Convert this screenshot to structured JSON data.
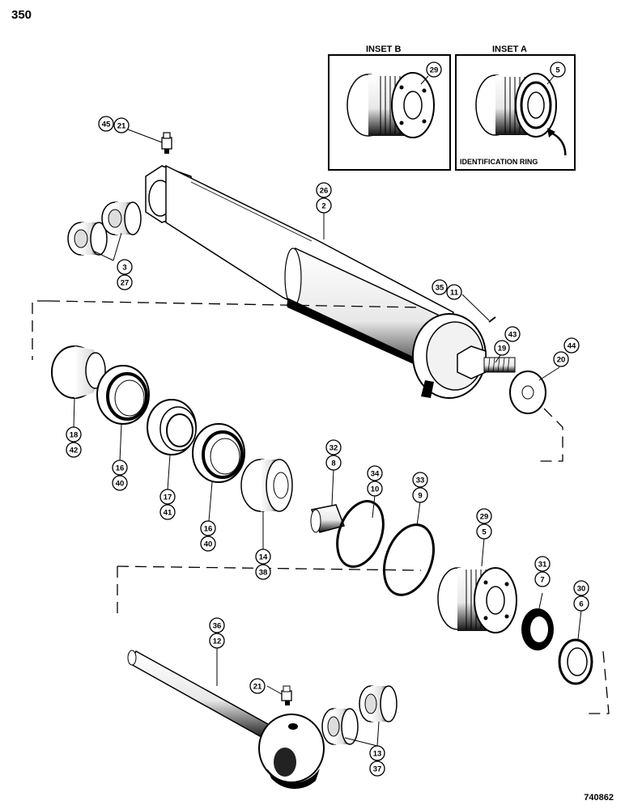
{
  "page_number": "350",
  "drawing_code": "740862",
  "insets": {
    "b": {
      "title": "INSET B",
      "callout": "29"
    },
    "a": {
      "title": "INSET A",
      "callout": "5",
      "caption": "IDENTIFICATION RING"
    }
  },
  "callouts": {
    "c45": "45",
    "c21a": "21",
    "c26": "26",
    "c2": "2",
    "c3": "3",
    "c27": "27",
    "c35": "35",
    "c11": "11",
    "c43": "43",
    "c19": "19",
    "c44": "44",
    "c20": "20",
    "c18": "18",
    "c42": "42",
    "c16a": "16",
    "c40a": "40",
    "c17": "17",
    "c41": "41",
    "c16b": "16",
    "c40b": "40",
    "c14": "14",
    "c38": "38",
    "c32": "32",
    "c8": "8",
    "c34": "34",
    "c10": "10",
    "c33": "33",
    "c9": "9",
    "c29": "29",
    "c5": "5",
    "c31": "31",
    "c7": "7",
    "c30": "30",
    "c6": "6",
    "c36": "36",
    "c12": "12",
    "c21b": "21",
    "c13": "13",
    "c37": "37"
  }
}
